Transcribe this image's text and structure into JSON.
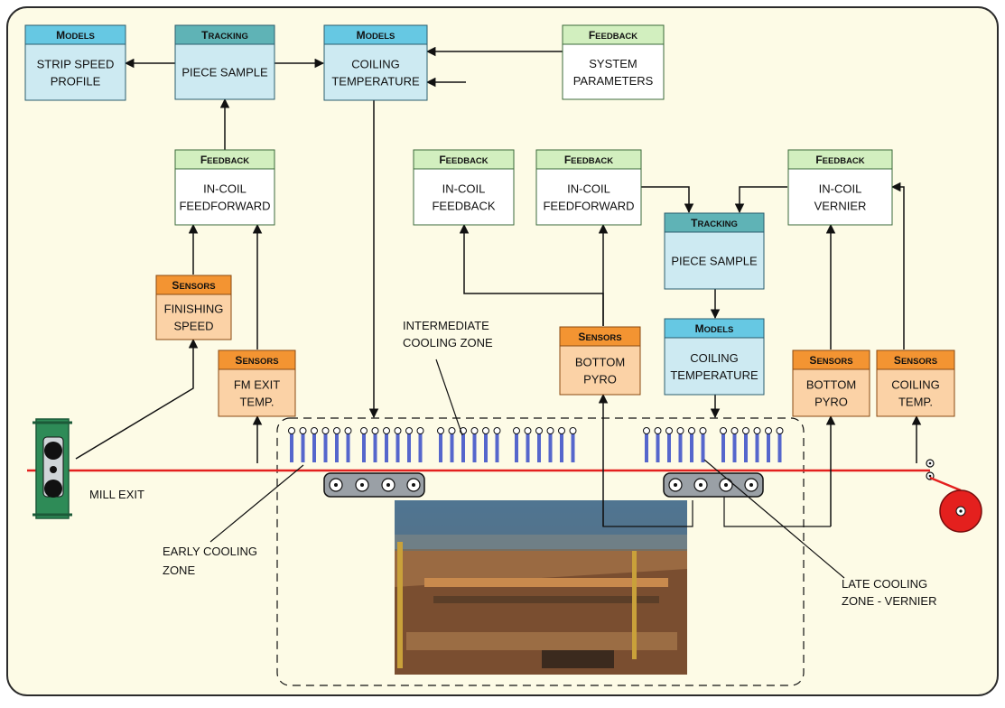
{
  "boxes": [
    {
      "id": "models-strip-speed",
      "header": "Models",
      "lines": [
        "STRIP SPEED",
        "PROFILE"
      ],
      "kind": "models"
    },
    {
      "id": "tracking-piece-sample-top",
      "header": "Tracking",
      "lines": [
        "PIECE SAMPLE"
      ],
      "kind": "tracking"
    },
    {
      "id": "models-coiling-temp-top",
      "header": "Models",
      "lines": [
        "COILING",
        "TEMPERATURE"
      ],
      "kind": "models"
    },
    {
      "id": "feedback-system-params",
      "header": "Feedback",
      "lines": [
        "SYSTEM",
        "PARAMETERS"
      ],
      "kind": "feedback"
    },
    {
      "id": "feedback-incoil-feedforward-left",
      "header": "Feedback",
      "lines": [
        "IN-COIL",
        "FEEDFORWARD"
      ],
      "kind": "feedback"
    },
    {
      "id": "feedback-incoil-feedback",
      "header": "Feedback",
      "lines": [
        "IN-COIL",
        "FEEDBACK"
      ],
      "kind": "feedback"
    },
    {
      "id": "feedback-incoil-feedforward-mid",
      "header": "Feedback",
      "lines": [
        "IN-COIL",
        "FEEDFORWARD"
      ],
      "kind": "feedback"
    },
    {
      "id": "feedback-incoil-vernier",
      "header": "Feedback",
      "lines": [
        "IN-COIL",
        "VERNIER"
      ],
      "kind": "feedback"
    },
    {
      "id": "tracking-piece-sample-mid",
      "header": "Tracking",
      "lines": [
        "PIECE SAMPLE"
      ],
      "kind": "tracking"
    },
    {
      "id": "models-coiling-temp-mid",
      "header": "Models",
      "lines": [
        "COILING",
        "TEMPERATURE"
      ],
      "kind": "models"
    },
    {
      "id": "sensors-finishing-speed",
      "header": "Sensors",
      "lines": [
        "FINISHING",
        "SPEED"
      ],
      "kind": "sensors"
    },
    {
      "id": "sensors-fm-exit-temp",
      "header": "Sensors",
      "lines": [
        "FM EXIT",
        "TEMP."
      ],
      "kind": "sensors"
    },
    {
      "id": "sensors-bottom-pyro-left",
      "header": "Sensors",
      "lines": [
        "BOTTOM",
        "PYRO"
      ],
      "kind": "sensors"
    },
    {
      "id": "sensors-bottom-pyro-right",
      "header": "Sensors",
      "lines": [
        "BOTTOM",
        "PYRO"
      ],
      "kind": "sensors"
    },
    {
      "id": "sensors-coiling-temp",
      "header": "Sensors",
      "lines": [
        "COILING",
        "TEMP."
      ],
      "kind": "sensors"
    }
  ],
  "labels": {
    "intermediate_zone": [
      "INTERMEDIATE",
      "COOLING ZONE"
    ],
    "early_zone": [
      "EARLY COOLING",
      "ZONE"
    ],
    "late_zone": [
      "LATE COOLING",
      "ZONE - VERNIER"
    ],
    "mill_exit": "MILL EXIT"
  },
  "colors": {
    "strip": "#e4201e",
    "mill_stand": "#2e8b57",
    "coiler": "#e4201e",
    "nozzles": "#5566cc"
  }
}
